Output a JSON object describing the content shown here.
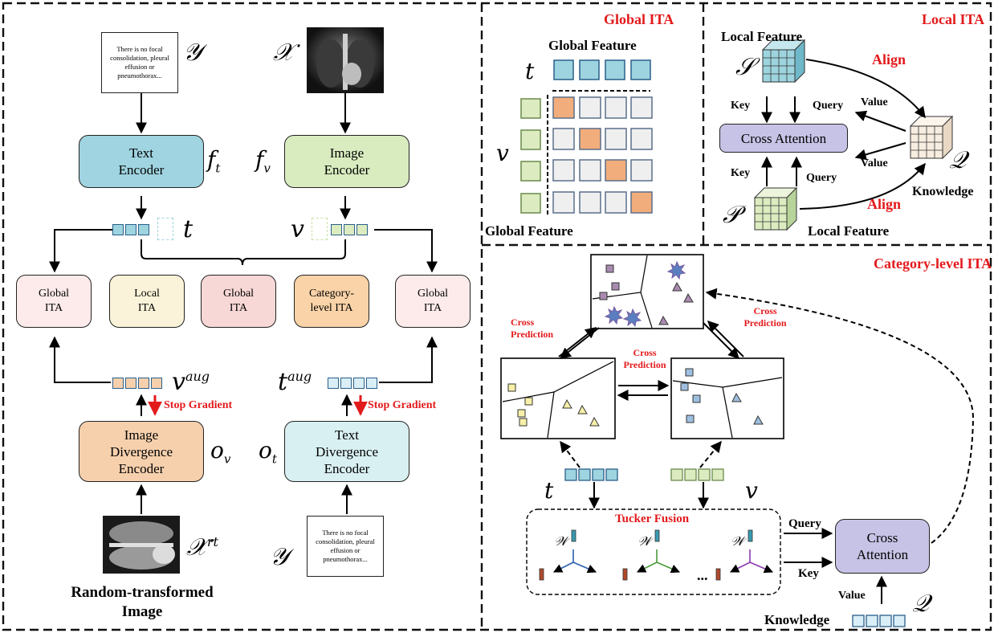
{
  "left_panel": {
    "text_input": "There is no focal consolidation, pleural effusion or pneumothorax...",
    "text_input_symbol": "𝒴",
    "image_input_symbol": "𝒳",
    "text_encoder": "Text Encoder",
    "text_encoder_symbol": "f",
    "text_encoder_sub": "t",
    "image_encoder": "Image Encoder",
    "image_encoder_symbol": "f",
    "image_encoder_sub": "v",
    "text_feature": "t",
    "image_feature": "v",
    "modules": [
      "Global ITA",
      "Local ITA",
      "Global ITA",
      "Category-level ITA",
      "Global ITA"
    ],
    "v_aug": "v",
    "v_aug_sup": "aug",
    "t_aug": "t",
    "t_aug_sup": "aug",
    "stop_gradient_left": "Stop Gradient",
    "stop_gradient_right": "Stop Gradient",
    "image_divergence_encoder": "Image Divergence Encoder",
    "image_div_symbol": "o",
    "image_div_sub": "v",
    "text_divergence_encoder": "Text Divergence Encoder",
    "text_div_symbol": "o",
    "text_div_sub": "t",
    "random_image_symbol": "𝒳",
    "random_image_sup": "rt",
    "random_image_caption": "Random-transformed Image",
    "text_input_2_symbol": "𝒴",
    "text_input_2": "There is no focal consolidation, pleural effusion or pneumothorax..."
  },
  "global_ita": {
    "title": "Global ITA",
    "top_label": "Global Feature",
    "bottom_label": "Global Feature",
    "t_symbol": "t",
    "v_symbol": "v"
  },
  "local_ita": {
    "title": "Local ITA",
    "local_feature_top": "Local Feature",
    "local_feature_bottom": "Local Feature",
    "s_symbol": "𝒮",
    "p_symbol": "𝒫",
    "q_symbol": "𝒬",
    "align_top": "Align",
    "align_bottom": "Align",
    "key_top": "Key",
    "query_top": "Query",
    "value_top": "Value",
    "cross_attention": "Cross Attention",
    "value_bottom": "Value",
    "key_bottom": "Key",
    "query_bottom": "Query",
    "knowledge": "Knowledge"
  },
  "category_ita": {
    "title": "Category-level ITA",
    "cross_prediction_left": "Cross Prediction",
    "cross_prediction_mid": "Cross Prediction",
    "cross_prediction_right": "Cross Prediction",
    "t_symbol": "t",
    "v_symbol": "v",
    "tucker_fusion": "Tucker Fusion",
    "w_symbol": "𝒲",
    "query": "Query",
    "key": "Key",
    "cross_attention": "Cross Attention",
    "value": "Value",
    "q_symbol": "𝒬",
    "knowledge": "Knowledge",
    "ellipsis": "..."
  },
  "colors": {
    "text_encoder": "#9fd4e0",
    "image_encoder": "#d9ecc0",
    "global_ita": "#fcebea",
    "local_ita": "#fbf3d9",
    "global_ita_mid": "#f7d8d6",
    "category_ita": "#fad3a8",
    "image_div": "#f6d0ad",
    "text_div": "#d9f0f2",
    "cross_attention": "#c7c3e6",
    "cell_orange": "#f2ad7c",
    "cell_grey": "#efefef",
    "cell_blue": "#9ed4df",
    "cell_green": "#dcecc0",
    "red_title": "#e31a1c"
  }
}
